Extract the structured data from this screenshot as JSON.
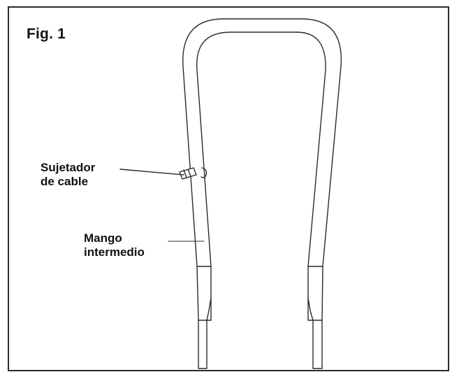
{
  "figure": {
    "title": "Fig. 1"
  },
  "labels": {
    "cable_holder_line1": "Sujetador",
    "cable_holder_line2": "de cable",
    "handle_line1": "Mango",
    "handle_line2": "intermedio"
  },
  "colors": {
    "line": "#2b2b2b",
    "background": "#ffffff"
  }
}
